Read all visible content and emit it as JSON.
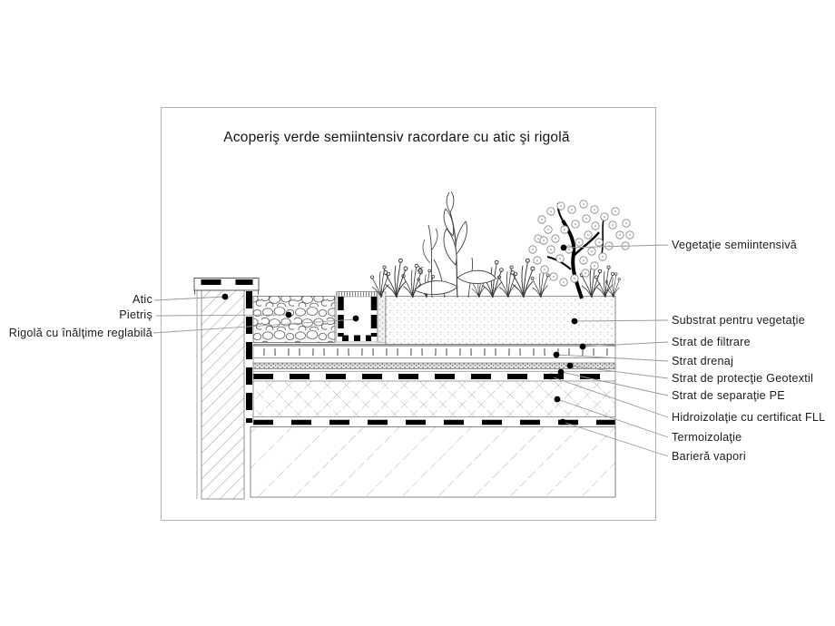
{
  "title": "Acoperiş verde semiintensiv racordare cu atic şi rigolă",
  "labels": {
    "left": [
      {
        "text": "Atic"
      },
      {
        "text": "Pietriş"
      },
      {
        "text": "Rigolă cu înălţime reglabilă"
      }
    ],
    "right": [
      {
        "text": "Vegetaţie semiintensivă"
      },
      {
        "text": "Substrat pentru vegetaţie"
      },
      {
        "text": "Strat de filtrare"
      },
      {
        "text": "Strat drenaj"
      },
      {
        "text": "Strat de protecţie Geotextil"
      },
      {
        "text": "Strat de separaţie PE"
      },
      {
        "text": "Hidroizolaţie cu certificat FLL"
      },
      {
        "text": "Termoizolaţie"
      },
      {
        "text": "Barieră vapori"
      }
    ]
  },
  "colors": {
    "ink": "#1a1a1a",
    "leader_line": "#9a9a9a",
    "hatch_line": "#949494",
    "membrane_black": "#000000",
    "background": "#ffffff",
    "frame_border": "#b5b5b5"
  }
}
